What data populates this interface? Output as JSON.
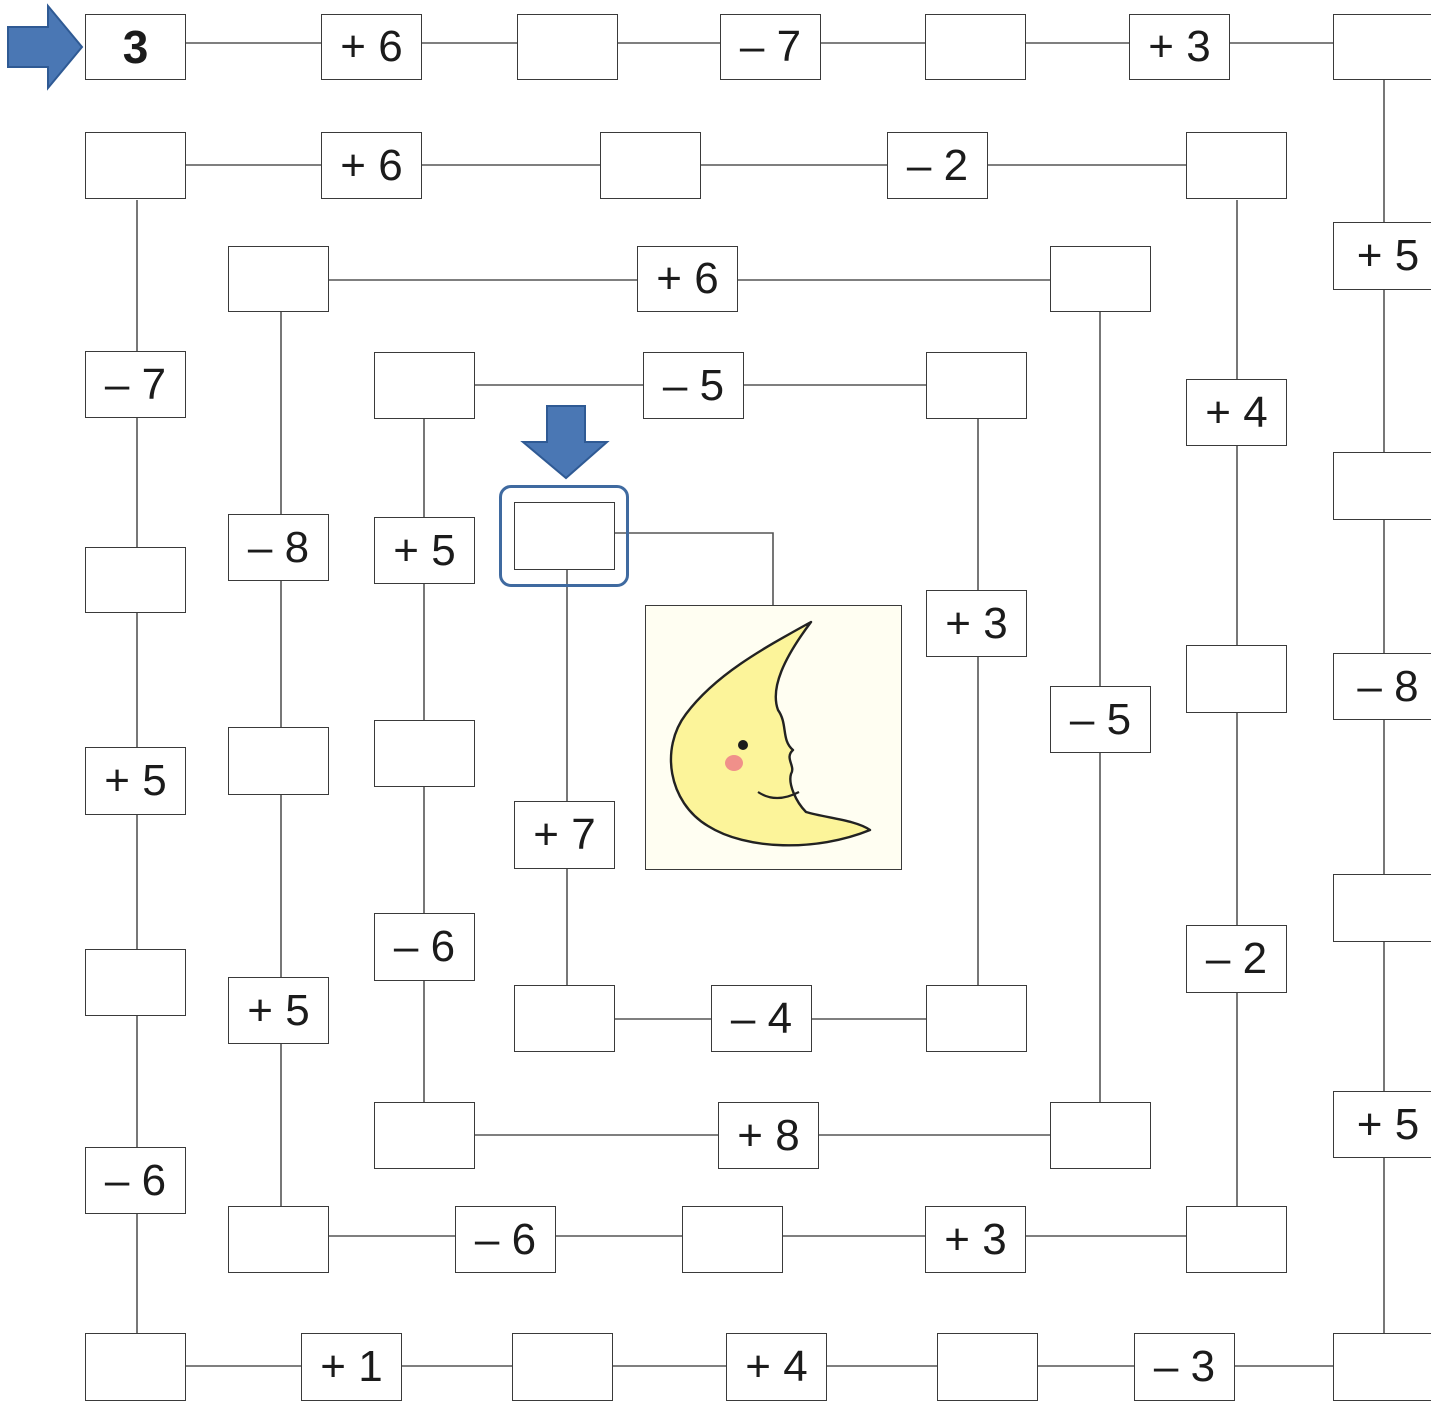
{
  "puzzle": {
    "start_value": "3",
    "operators": {
      "r1_add6": "+ 6",
      "r1_sub7": "– 7",
      "r1_add3": "+ 3",
      "r2_add6": "+ 6",
      "r2_sub2": "– 2",
      "rc_add5_top": "+ 5",
      "r3_add6": "+ 6",
      "l1_sub7": "– 7",
      "r4_sub5": "– 5",
      "c9_add4": "+ 4",
      "l2_sub8": "– 8",
      "l3_add5": "+ 5",
      "r5_add3": "+ 3",
      "rc_sub8": "– 8",
      "c8_sub5": "– 5",
      "l1_add5": "+ 5",
      "in_add7": "+ 7",
      "l3_sub6": "– 6",
      "c9_sub2": "– 2",
      "l2_add5": "+ 5",
      "in_sub4": "– 4",
      "rc_add5_bottom": "+ 5",
      "r6_add8": "+ 8",
      "l1_sub6": "– 6",
      "r7_sub6": "– 6",
      "r7_add3": "+ 3",
      "b_add1": "+ 1",
      "b_add4": "+ 4",
      "b_sub3": "– 3"
    },
    "picture": "moon-icon",
    "colors": {
      "arrow": "#4a77b4",
      "arrow_stroke": "#2f5a94",
      "target_frame": "#3f6aa0",
      "moon_fill": "#fcf49a",
      "moon_stroke": "#222222",
      "cheek": "#f0908a",
      "line": "#555555"
    }
  }
}
